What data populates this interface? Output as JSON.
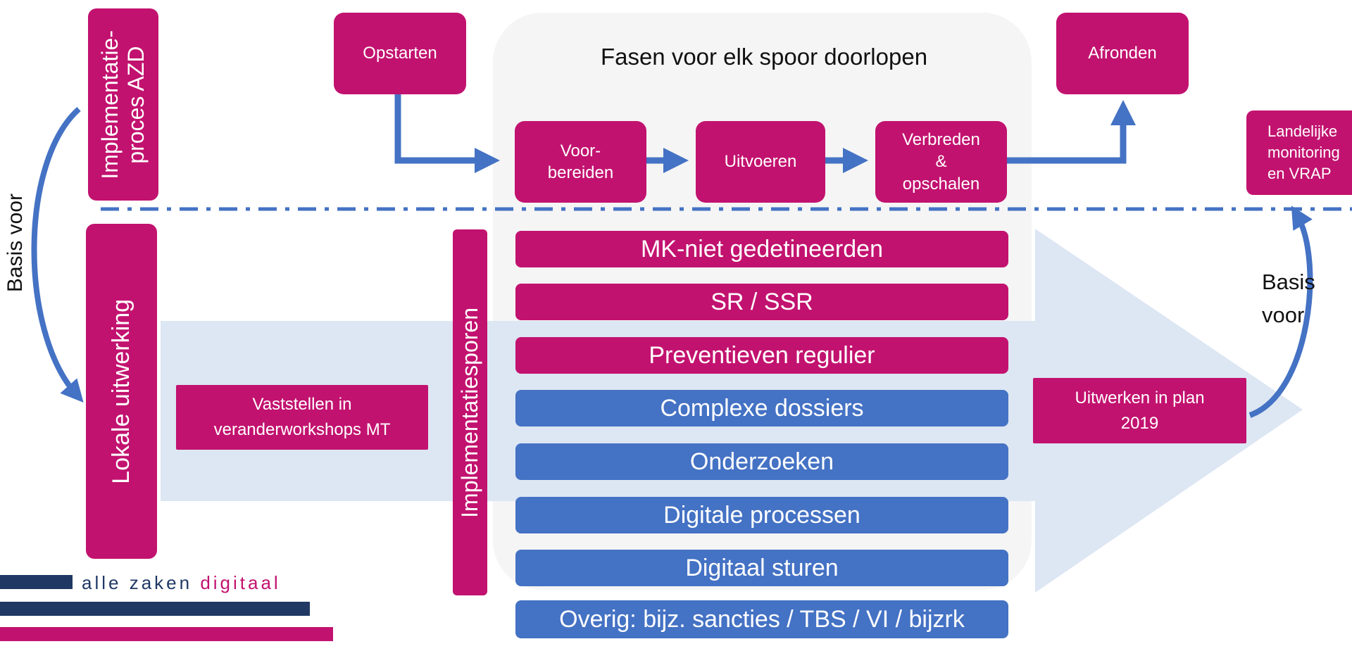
{
  "colors": {
    "magenta": "#c2126f",
    "blue": "#4472c4",
    "light_blue": "#dde6f3",
    "navy": "#1f3864",
    "panel": "#f5f5f5"
  },
  "phases": {
    "title": "Fasen voor elk spoor doorlopen",
    "start": "Opstarten",
    "prepare": "Voor-\nbereiden",
    "execute": "Uitvoeren",
    "scale": "Verbreden\n&\nopschalen",
    "finish": "Afronden"
  },
  "left": {
    "process_label": "Implementatie-\nproces AZD",
    "local_label": "Lokale uitwerking",
    "basis_label": "Basis voor"
  },
  "center": {
    "workshop_box": "Vaststellen in\nveranderworkshops MT",
    "tracks_label": "Implementatiesporen",
    "tracks": [
      "MK-niet gedetineerden",
      "SR / SSR",
      "Preventieven regulier",
      "Complexe dossiers",
      "Onderzoeken",
      "Digitale processen",
      "Digitaal sturen",
      "Overig: bijz. sancties / TBS / VI / bijzrk"
    ]
  },
  "right": {
    "plan_box": "Uitwerken in plan\n2019",
    "basis_label": "Basis\nvoor",
    "landelijke_box": "Landelijke\nmonitoring\nen VRAP"
  },
  "logo": {
    "word1": "alle zaken",
    "word2": "digitaal"
  }
}
